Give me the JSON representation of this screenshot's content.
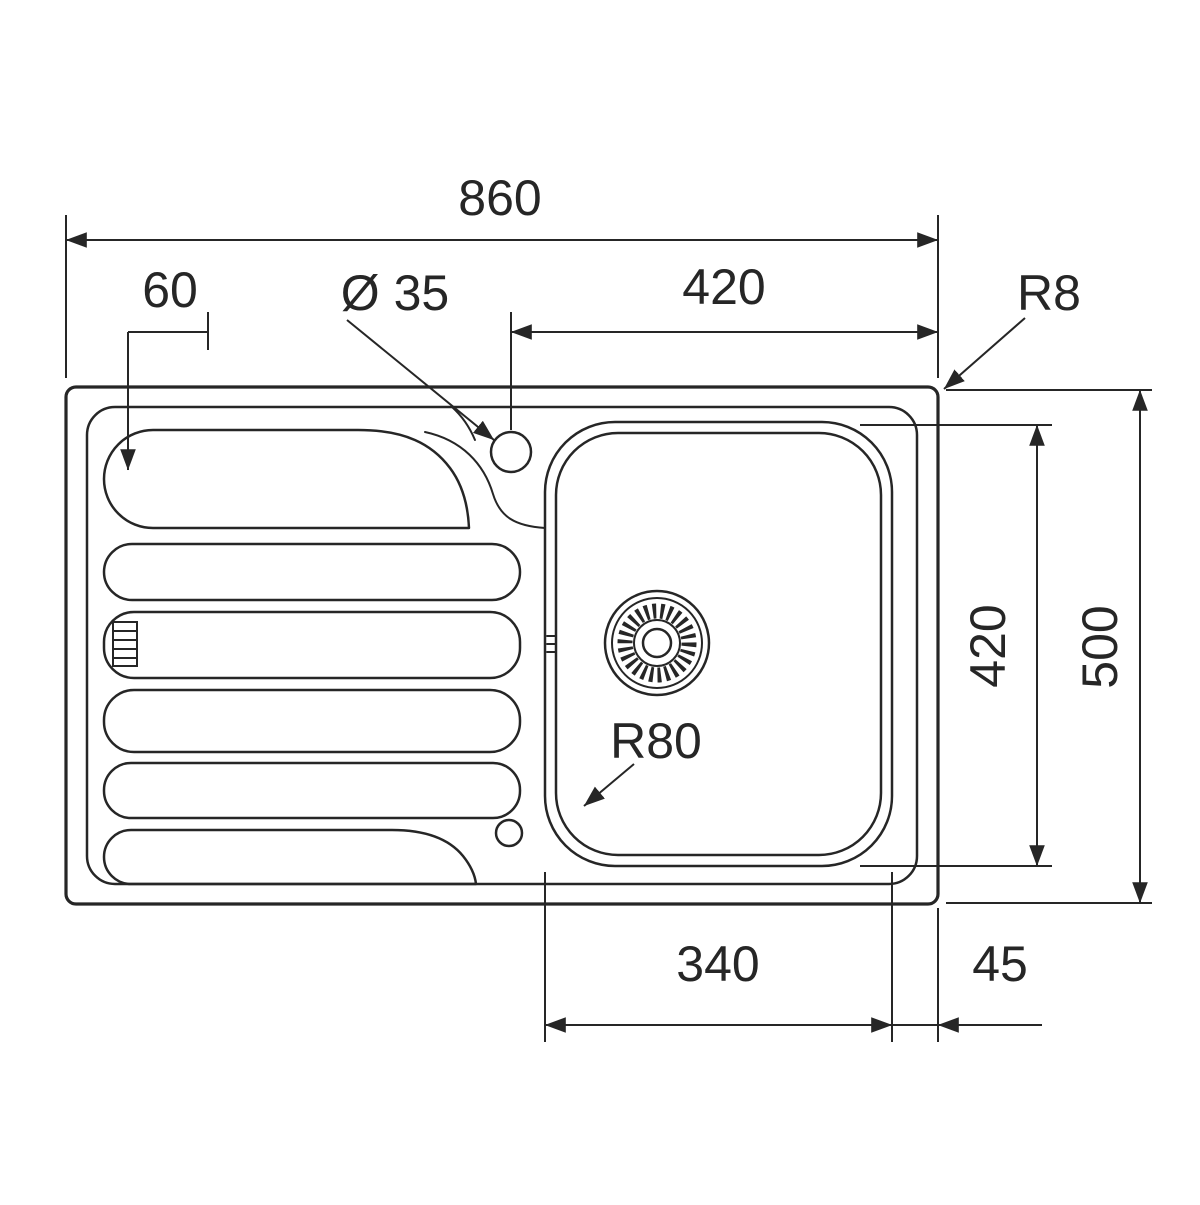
{
  "figure": {
    "line_color": "#262626",
    "background_color": "#ffffff"
  },
  "dimensions": {
    "overall_width": "860",
    "drainer_left_offset": "60",
    "tap_hole_diameter": "Ø 35",
    "tap_to_right_edge": "420",
    "outer_corner_radius": "R8",
    "bowl_height": "420",
    "overall_depth": "500",
    "bowl_corner_radius": "R80",
    "bowl_width": "340",
    "bowl_right_offset": "45"
  }
}
